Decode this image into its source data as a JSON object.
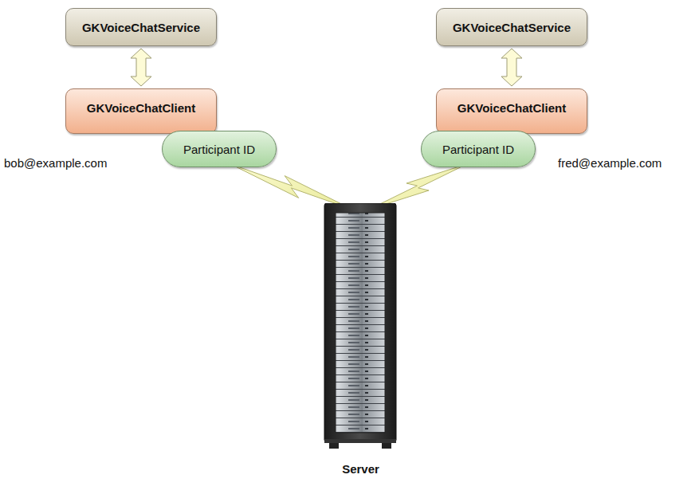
{
  "diagram": {
    "nodes": [
      {
        "text": [
          "GKVoiceChatService"
        ]
      },
      {
        "text": [
          "GKVoiceChatService"
        ]
      },
      {
        "text": [
          "GKVoiceChatClient"
        ]
      },
      {
        "text": [
          "GKVoiceChatClient"
        ]
      },
      {
        "text": [
          "Participant ID"
        ]
      },
      {
        "text": [
          "Participant ID"
        ]
      },
      {
        "text": [
          "Server"
        ]
      }
    ],
    "edges": [
      {
        "from": 0,
        "to": 2,
        "arrow": "both"
      },
      {
        "from": 1,
        "to": 3,
        "arrow": "both"
      },
      {
        "from": 4,
        "to": 6,
        "arrow": "none"
      },
      {
        "from": 5,
        "to": 6,
        "arrow": "none"
      }
    ],
    "labels": [
      "bob@example.com",
      "fred@example.com"
    ]
  }
}
